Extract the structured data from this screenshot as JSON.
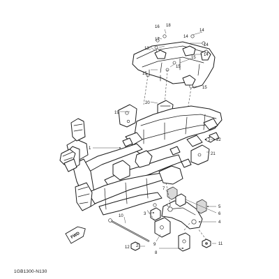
{
  "diagram": {
    "code": "1GB1300-N130",
    "direction_badge": "FWD",
    "colors": {
      "line": "#1a1a1a",
      "background": "#ffffff",
      "shade": "#d9d9d9"
    }
  },
  "callouts": [
    {
      "id": "c1",
      "label": "1"
    },
    {
      "id": "c2",
      "label": "2"
    },
    {
      "id": "c3",
      "label": "3"
    },
    {
      "id": "c4",
      "label": "4"
    },
    {
      "id": "c5",
      "label": "5"
    },
    {
      "id": "c6",
      "label": "6"
    },
    {
      "id": "c7",
      "label": "7"
    },
    {
      "id": "c8",
      "label": "8"
    },
    {
      "id": "c9",
      "label": "9"
    },
    {
      "id": "c10",
      "label": "10"
    },
    {
      "id": "c11",
      "label": "11"
    },
    {
      "id": "c12",
      "label": "12"
    },
    {
      "id": "c13",
      "label": "13"
    },
    {
      "id": "c14a",
      "label": "14"
    },
    {
      "id": "c14b",
      "label": "14"
    },
    {
      "id": "c14c",
      "label": "14"
    },
    {
      "id": "c14d",
      "label": "14"
    },
    {
      "id": "c15a",
      "label": "15"
    },
    {
      "id": "c15b",
      "label": "15"
    },
    {
      "id": "c15c",
      "label": "15"
    },
    {
      "id": "c15d",
      "label": "15"
    },
    {
      "id": "c16",
      "label": "16"
    },
    {
      "id": "c17",
      "label": "17"
    },
    {
      "id": "c18",
      "label": "18"
    },
    {
      "id": "c19",
      "label": "19"
    },
    {
      "id": "c20",
      "label": "20"
    },
    {
      "id": "c21",
      "label": "21"
    },
    {
      "id": "c22",
      "label": "22"
    }
  ]
}
